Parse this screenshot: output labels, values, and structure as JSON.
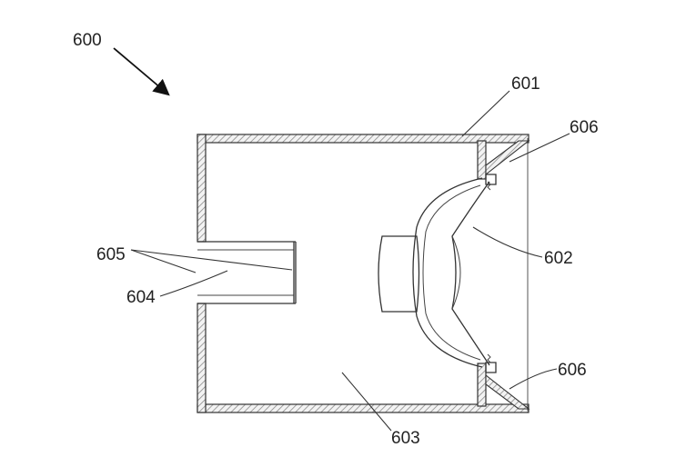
{
  "figure": {
    "labels": {
      "assembly": "600",
      "enclosure": "601",
      "driver": "602",
      "chamber": "603",
      "port": "604",
      "port_wall": "605",
      "mount_top": "606",
      "mount_bottom": "606"
    }
  }
}
